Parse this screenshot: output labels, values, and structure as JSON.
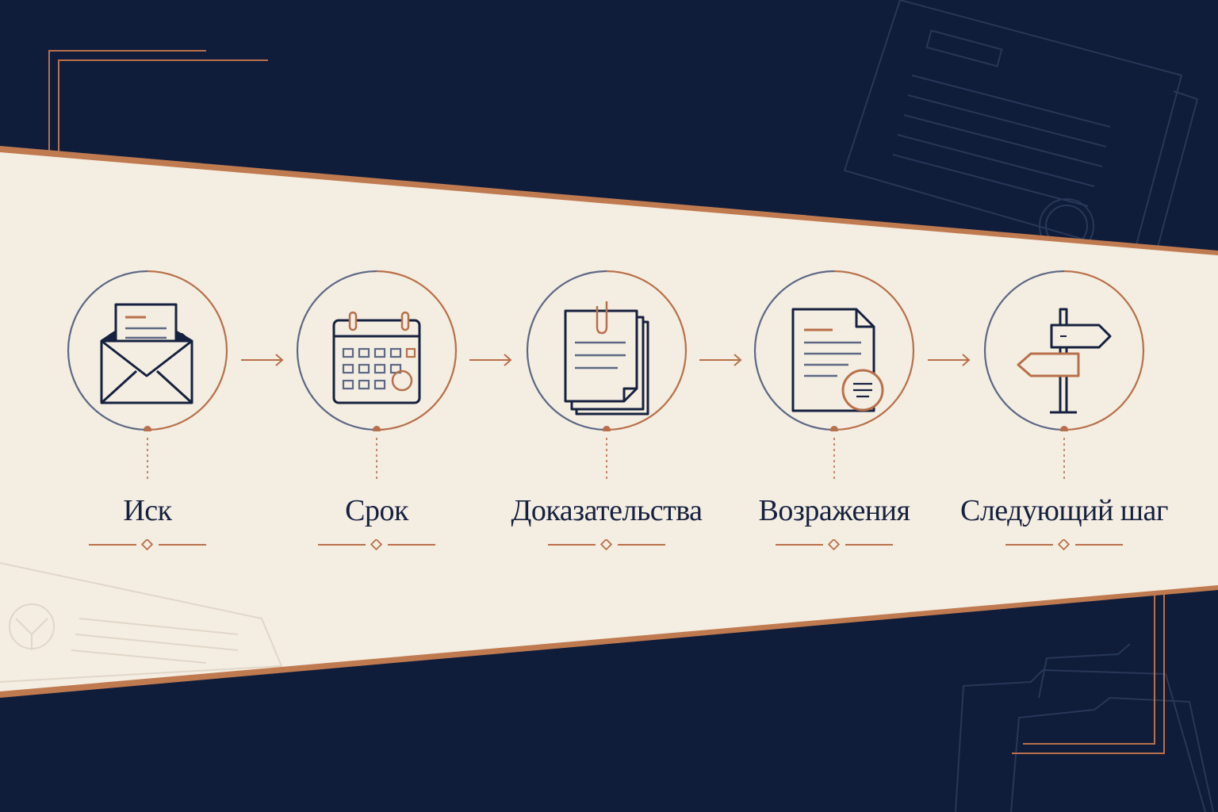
{
  "colors": {
    "navy": "#0f1d3a",
    "ink": "#16213f",
    "paper": "#f4ede2",
    "copper": "#b8704a",
    "slate": "#5d6884"
  },
  "steps": [
    {
      "label": "Иск",
      "icon": "envelope-letter-icon"
    },
    {
      "label": "Срок",
      "icon": "calendar-icon"
    },
    {
      "label": "Доказательства",
      "icon": "document-stack-icon"
    },
    {
      "label": "Возражения",
      "icon": "document-comment-icon"
    },
    {
      "label": "Следующий шаг",
      "icon": "signpost-icon"
    }
  ]
}
